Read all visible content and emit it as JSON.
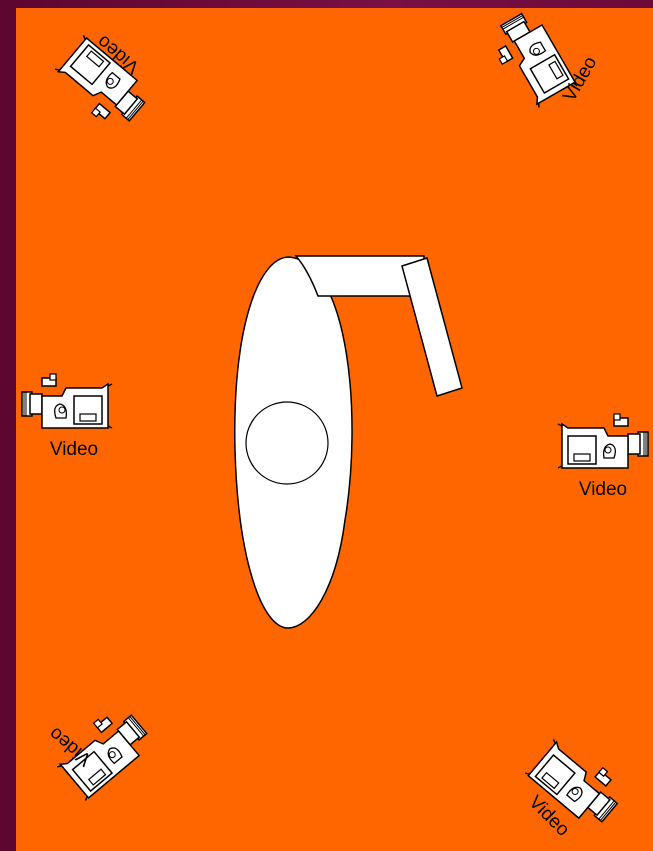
{
  "colors": {
    "background_border": "#6b0a3a",
    "stage": "#ff6600",
    "shape_fill": "#ffffff",
    "stroke": "#000000"
  },
  "cameras": [
    {
      "id": "top-left",
      "label": "Video"
    },
    {
      "id": "top-right",
      "label": "Video"
    },
    {
      "id": "mid-left",
      "label": "Video"
    },
    {
      "id": "mid-right",
      "label": "Video"
    },
    {
      "id": "bottom-left",
      "label": "Video"
    },
    {
      "id": "bottom-right",
      "label": "Video"
    }
  ]
}
